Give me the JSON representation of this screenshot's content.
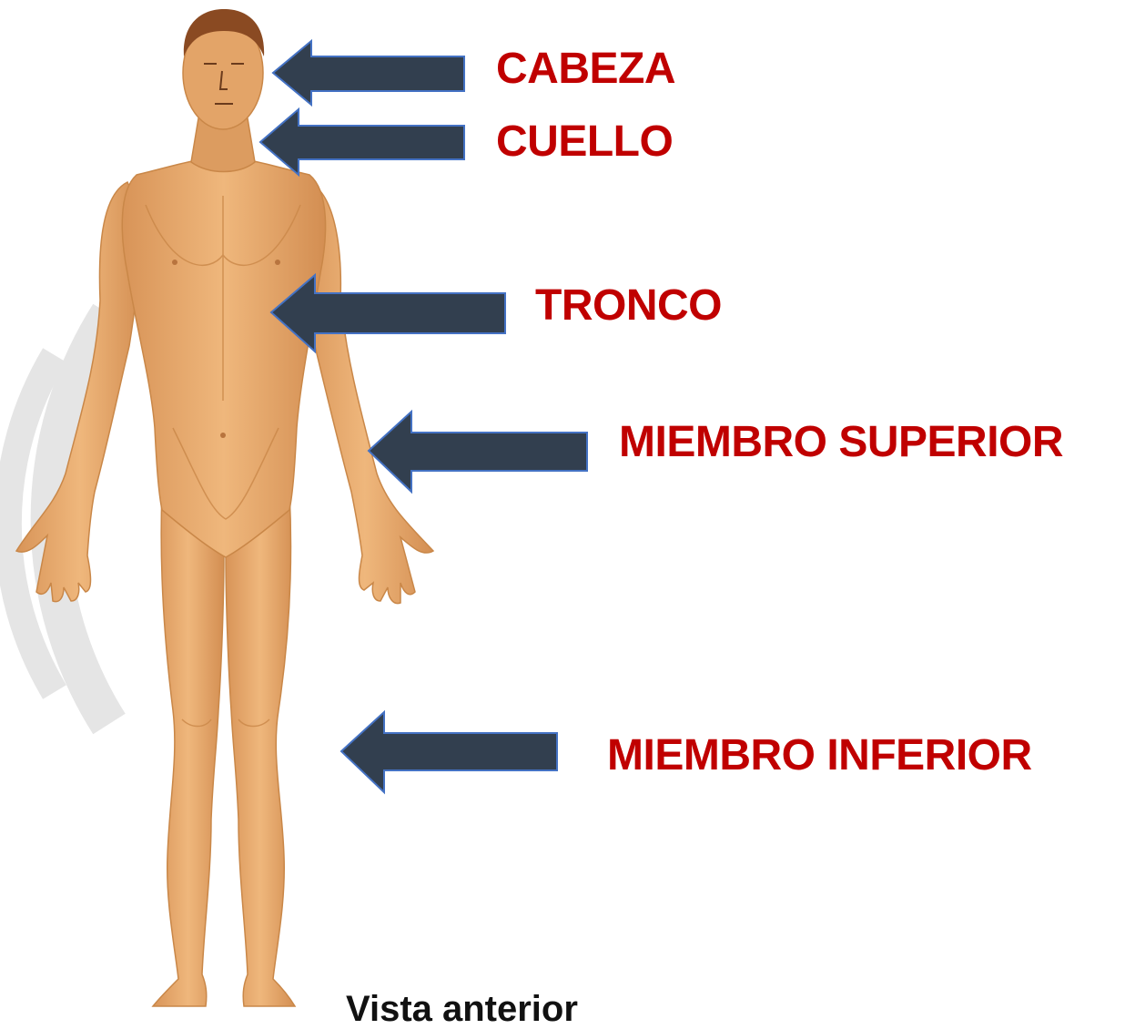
{
  "labels": {
    "cabeza": "CABEZA",
    "cuello": "CUELLO",
    "tronco": "TRONCO",
    "miembro_superior": "MIEMBRO SUPERIOR",
    "miembro_inferior": "MIEMBRO INFERIOR"
  },
  "caption": "Vista anterior",
  "colors": {
    "label_text": "#c00000",
    "arrow_fill": "#323f4f",
    "arrow_outline": "#4472c4",
    "skin": "#e7a96b",
    "skin_shadow": "#cf8a4c",
    "hair": "#8a4a22",
    "background_watermark": "#e3e3e3"
  }
}
